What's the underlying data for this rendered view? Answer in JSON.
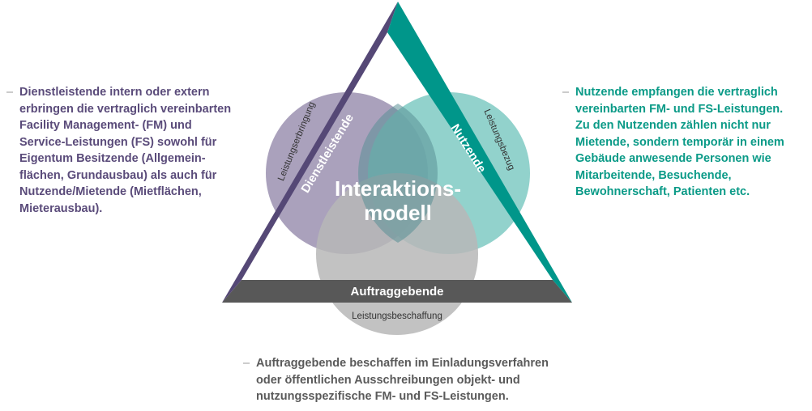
{
  "colors": {
    "purple": "#554876",
    "teal": "#00968a",
    "gray": "#5a5a5a",
    "circle_purple": "#a59cb8",
    "circle_teal": "#7fcac3",
    "circle_gray": "#b7b7b7",
    "text_purple": "#5a4b7a",
    "text_teal": "#0a9a87",
    "text_gray": "#5a5a5a"
  },
  "diagram": {
    "center_line1": "Interaktions-",
    "center_line2": "modell",
    "side_left": "Dienstleistende",
    "side_right": "Nutzende",
    "side_bottom": "Auftraggebende",
    "circle_left_label": "Leistungserbringung",
    "circle_right_label": "Leistungsbezug",
    "circle_bottom_label": "Leistungsbeschaffung"
  },
  "notes": {
    "dash": "–",
    "left": [
      "Dienstleistende intern oder extern",
      "erbringen die vertraglich vereinbarten",
      "Facility Management- (FM) und",
      "Service-Leistungen (FS) sowohl für",
      "Eigentum Besitzende (Allgemein-",
      "flächen, Grundausbau) als auch für",
      "Nutzende/Mietende (Mietflächen,",
      "Mieterausbau)."
    ],
    "right": [
      "Nutzende empfangen die vertraglich",
      "vereinbarten FM- und FS-Leistungen.",
      "Zu den Nutzenden zählen nicht nur",
      "Mietende, sondern temporär in einem",
      "Gebäude anwesende Personen wie",
      "Mitarbeitende, Besuchende,",
      "Bewohnerschaft, Patienten etc."
    ],
    "bottom": [
      "Auftraggebende beschaffen im Einladungsverfahren",
      "oder öffentlichen Ausschreibungen objekt- und",
      "nutzungsspezifische FM- und FS-Leistungen."
    ]
  }
}
